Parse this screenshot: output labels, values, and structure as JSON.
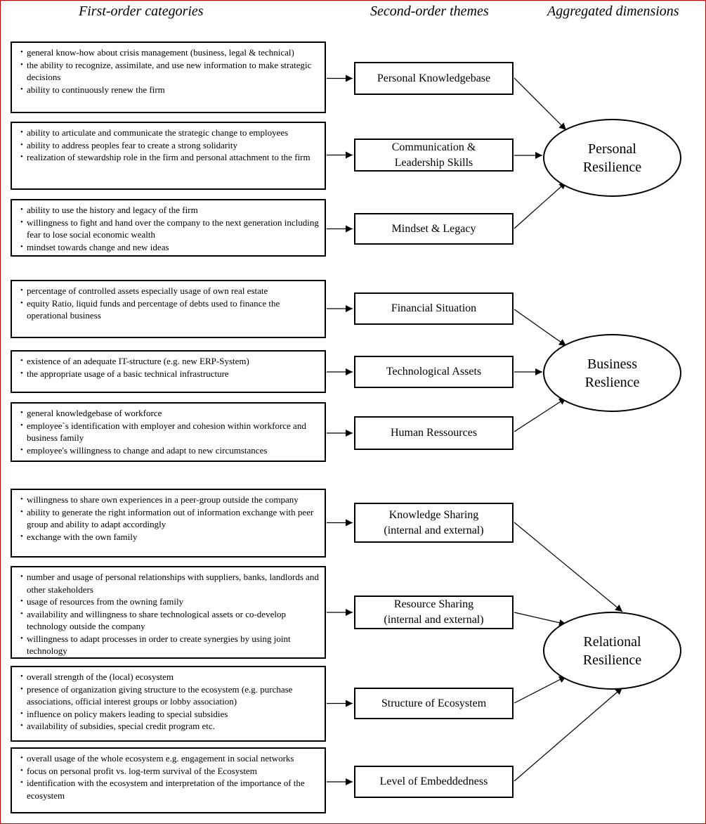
{
  "headers": {
    "first_order": "First-order categories",
    "second_order": "Second-order themes",
    "aggregated": "Aggregated dimensions"
  },
  "dimensions": [
    {
      "label": "Personal\nResilience",
      "themes": [
        {
          "label": "Personal Knowledgebase",
          "items": [
            "general know-how about crisis management (business, legal & technical)",
            "the ability to recognize, assimilate, and use new information to make strategic decisions",
            "ability to continuously renew the firm"
          ]
        },
        {
          "label": "Communication &\nLeadership Skills",
          "items": [
            "ability to articulate and communicate the strategic change to employees",
            "ability to address peoples fear to create a strong solidarity",
            "realization of stewardship role in the firm and personal attachment to the firm"
          ]
        },
        {
          "label": "Mindset & Legacy",
          "items": [
            "ability to use the history and legacy of the firm",
            "willingness to fight and hand over the company to the next generation including fear to lose social economic wealth",
            "mindset towards change and new ideas"
          ]
        }
      ]
    },
    {
      "label": "Business\nReslience",
      "themes": [
        {
          "label": "Financial Situation",
          "items": [
            "percentage of controlled assets especially usage of own real estate",
            "equity Ratio, liquid funds and percentage of debts used to finance the operational business"
          ]
        },
        {
          "label": "Technological Assets",
          "items": [
            "existence of an adequate IT-structure (e.g. new ERP-System)",
            "the appropriate usage of  a basic technical infrastructure"
          ]
        },
        {
          "label": "Human Ressources",
          "items": [
            "general knowledgebase of workforce",
            "employee`s identification with employer and cohesion within workforce and business family",
            "employee's willingness to change and adapt to new circumstances"
          ]
        }
      ]
    },
    {
      "label": "Relational\nResilience",
      "themes": [
        {
          "label": "Knowledge Sharing\n(internal and external)",
          "items": [
            "willingness to share own experiences in a peer-group outside the company",
            "ability to generate the right information out of information exchange with peer group and ability to adapt accordingly",
            "exchange with the own family"
          ]
        },
        {
          "label": "Resource Sharing\n(internal and external)",
          "items": [
            "number and usage of personal relationships with suppliers, banks, landlords and other stakeholders",
            "usage of resources from the owning family",
            "availability and willingness to share technological assets or co-develop technology outside the company",
            "willingness to adapt processes in order to create synergies by using joint technology"
          ]
        },
        {
          "label": "Structure of Ecosystem",
          "items": [
            "overall strength of the (local) ecosystem",
            "presence of organization giving structure to the ecosystem (e.g. purchase associations, official interest groups or lobby association)",
            "influence on policy makers leading to  special subsidies",
            "availability of subsidies, special credit program etc."
          ]
        },
        {
          "label": "Level of Embeddedness",
          "items": [
            "overall usage of the whole ecosystem e.g. engagement in social networks",
            "focus on personal profit vs. log-term survival of the Ecosystem",
            "identification with the ecosystem and interpretation of the importance of the ecosystem"
          ]
        }
      ]
    }
  ]
}
